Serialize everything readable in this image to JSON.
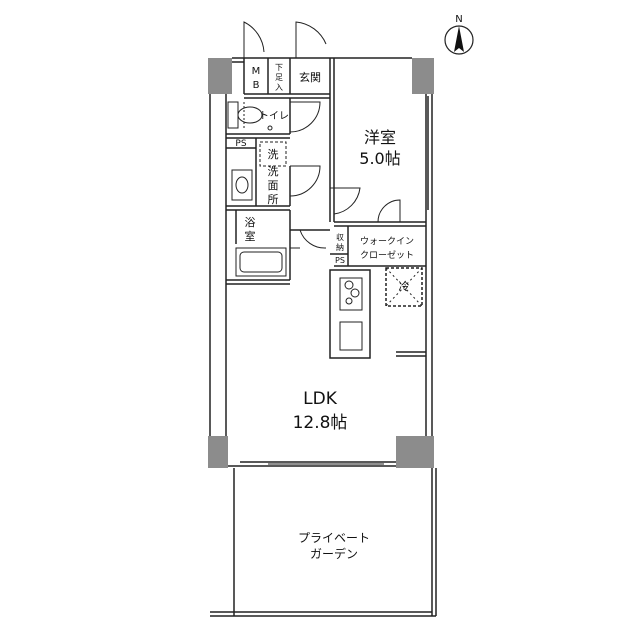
{
  "compass": {
    "label": "N"
  },
  "rooms": {
    "western": {
      "name": "洋室",
      "size": "5.0帖"
    },
    "ldk": {
      "name": "LDK",
      "size": "12.8帖"
    },
    "genkan": "玄関",
    "shoe": [
      "下",
      "足",
      "入"
    ],
    "mb": [
      "M",
      "B"
    ],
    "toilet": "トイレ",
    "ps_upper": "PS",
    "ps_lower": "PS",
    "washroom": [
      "洗",
      "洗",
      "面",
      "所"
    ],
    "bath": [
      "浴",
      "室"
    ],
    "storage": [
      "収",
      "納"
    ],
    "wic": [
      "ウォークイン",
      "クローゼット"
    ],
    "fridge": "冷",
    "garden": [
      "プライベート",
      "ガーデン"
    ]
  }
}
